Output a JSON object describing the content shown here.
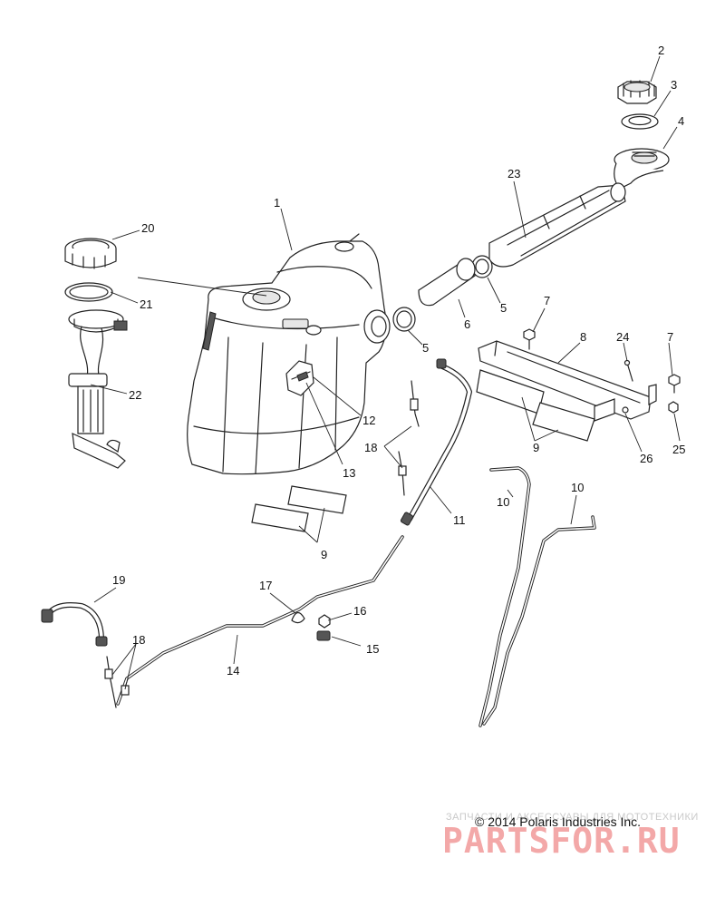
{
  "callouts": [
    {
      "id": "1",
      "label": "1"
    },
    {
      "id": "2",
      "label": "2"
    },
    {
      "id": "3",
      "label": "3"
    },
    {
      "id": "4",
      "label": "4"
    },
    {
      "id": "5a",
      "label": "5"
    },
    {
      "id": "5b",
      "label": "5"
    },
    {
      "id": "6",
      "label": "6"
    },
    {
      "id": "7a",
      "label": "7"
    },
    {
      "id": "7b",
      "label": "7"
    },
    {
      "id": "8",
      "label": "8"
    },
    {
      "id": "9a",
      "label": "9"
    },
    {
      "id": "9b",
      "label": "9"
    },
    {
      "id": "10a",
      "label": "10"
    },
    {
      "id": "10b",
      "label": "10"
    },
    {
      "id": "11",
      "label": "11"
    },
    {
      "id": "12",
      "label": "12"
    },
    {
      "id": "13",
      "label": "13"
    },
    {
      "id": "14",
      "label": "14"
    },
    {
      "id": "15",
      "label": "15"
    },
    {
      "id": "16",
      "label": "16"
    },
    {
      "id": "17",
      "label": "17"
    },
    {
      "id": "18a",
      "label": "18"
    },
    {
      "id": "18b",
      "label": "18"
    },
    {
      "id": "19",
      "label": "19"
    },
    {
      "id": "20",
      "label": "20"
    },
    {
      "id": "21",
      "label": "21"
    },
    {
      "id": "22",
      "label": "22"
    },
    {
      "id": "23",
      "label": "23"
    },
    {
      "id": "24",
      "label": "24"
    },
    {
      "id": "25",
      "label": "25"
    },
    {
      "id": "26",
      "label": "26"
    }
  ],
  "footer": {
    "copyright": "© 2014 Polaris Industries Inc.",
    "watermark_caption": "ЗАПЧАСТИ И АКСЕССУАРЫ ДЛЯ МОТОТЕХНИКИ",
    "watermark_brand": "PARTSFOR.RU"
  },
  "colors": {
    "line": "#222222",
    "background": "#ffffff",
    "watermark": "#f19a9a"
  }
}
